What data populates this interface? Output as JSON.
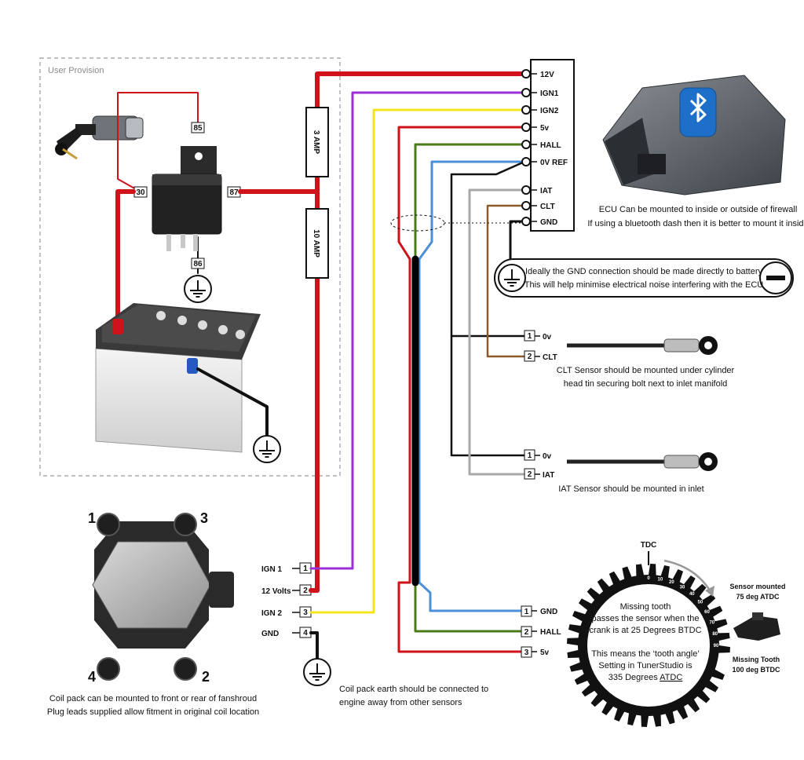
{
  "user_provision": "User Provision",
  "fuses": {
    "f3": "3 AMP",
    "f10": "10 AMP"
  },
  "relay_pins": {
    "p85": "85",
    "p86": "86",
    "p30": "30",
    "p87": "87"
  },
  "ecu": {
    "pins": [
      "12V",
      "IGN1",
      "IGN2",
      "5v",
      "HALL",
      "0V REF",
      "IAT",
      "CLT",
      "GND"
    ],
    "note1": "ECU Can be mounted to inside or outside of firewall",
    "note2": "If using a bluetooth dash then it is better to mount it inside"
  },
  "gnd_note": {
    "line1": "Ideally the GND connection should be made directly to battery",
    "line2": "This will help minimise electrical noise interfering with the ECU"
  },
  "clt": {
    "pin1_num": "1",
    "pin1_label": "0v",
    "pin2_num": "2",
    "pin2_label": "CLT",
    "note1": "CLT Sensor should be mounted under cylinder",
    "note2": "head tin securing bolt next to inlet manifold"
  },
  "iat": {
    "pin1_num": "1",
    "pin1_label": "0v",
    "pin2_num": "2",
    "pin2_label": "IAT",
    "note": "IAT Sensor should be mounted in inlet"
  },
  "coil": {
    "corners": [
      "1",
      "3",
      "4",
      "2"
    ],
    "pins": [
      {
        "num": "1",
        "label": "IGN 1"
      },
      {
        "num": "2",
        "label": "12 Volts"
      },
      {
        "num": "3",
        "label": "IGN 2"
      },
      {
        "num": "4",
        "label": "GND"
      }
    ],
    "note1": "Coil pack can be mounted to front or rear of fanshroud",
    "note2": "Plug leads supplied allow fitment in original coil location",
    "earth_note1": "Coil pack earth should be connected to",
    "earth_note2": "engine away from other sensors"
  },
  "hall": {
    "pins": [
      {
        "num": "1",
        "label": "GND"
      },
      {
        "num": "2",
        "label": "HALL"
      },
      {
        "num": "3",
        "label": "5v"
      }
    ]
  },
  "wheel": {
    "tdc": "TDC",
    "degrees": [
      "0",
      "10",
      "20",
      "30",
      "40",
      "50",
      "60",
      "70",
      "80",
      "90"
    ],
    "text_lines": [
      "Missing tooth",
      "passes the sensor when the",
      "crank is at 25 Degrees BTDC",
      "",
      "This means the ‘tooth angle’",
      "Setting in TunerStudio is",
      "335 Degrees "
    ],
    "atdc_word": "ATDC",
    "sensor_label1": "Sensor mounted",
    "sensor_label2": "75 deg ATDC",
    "missing_label1": "Missing Tooth",
    "missing_label2": "100 deg BTDC"
  },
  "colors": {
    "red": "#d0121b",
    "purple": "#9b30d9",
    "yellow": "#f2e61a",
    "green": "#4b7a1a",
    "blue": "#4a8fd8",
    "grey": "#a8a8a8",
    "brown": "#8b5a2b",
    "black": "#000000"
  }
}
